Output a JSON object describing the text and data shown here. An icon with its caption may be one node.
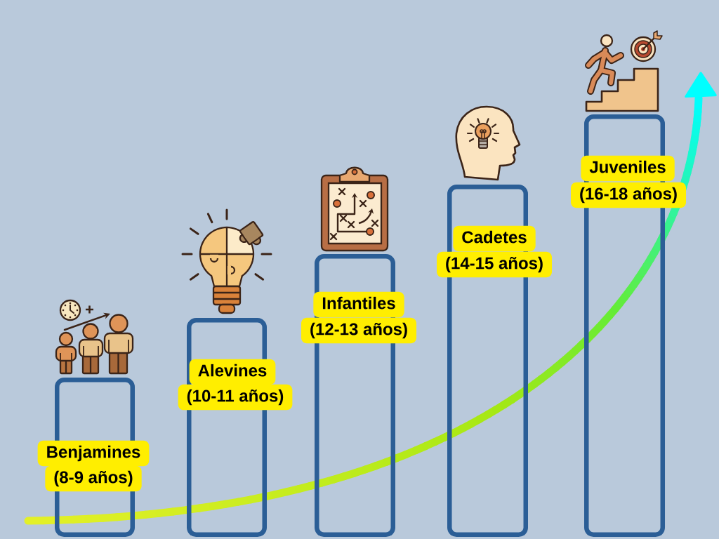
{
  "diagram": {
    "nodes": [
      {
        "text": [
          "Benjamines",
          "(8-9 años)"
        ]
      },
      {
        "text": [
          "Alevines",
          "(10-11 años)"
        ]
      },
      {
        "text": [
          "Infantiles",
          "(12-13 años)"
        ]
      },
      {
        "text": [
          "Cadetes",
          "(14-15 años)"
        ]
      },
      {
        "text": [
          "Juveniles",
          "(16-18 años)"
        ]
      }
    ]
  }
}
